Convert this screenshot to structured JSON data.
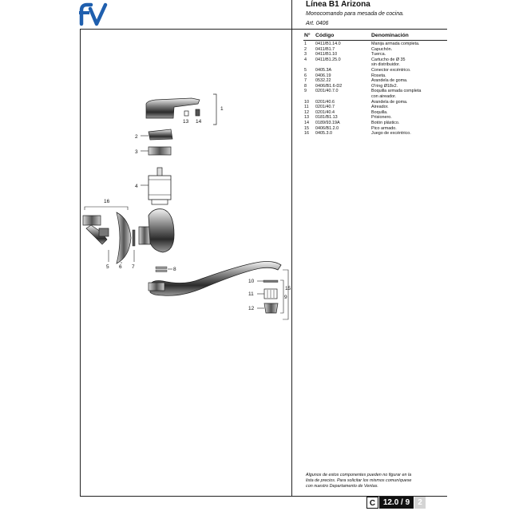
{
  "logo_text": "fv",
  "header": {
    "title": "Línea B1 Arizona",
    "subtitle": "Monocomando para mesada de cocina.",
    "art": "Art. 0406"
  },
  "parts_table": {
    "col_no": "N°",
    "col_code": "Código",
    "col_desc": "Denominación",
    "rows": [
      {
        "no": "1",
        "code": "0411/B1.14.0",
        "desc": "Manija armada completa.",
        "desc2": ""
      },
      {
        "no": "2",
        "code": "0411/B1.7",
        "desc": "Capuchón.",
        "desc2": ""
      },
      {
        "no": "3",
        "code": "0411/B1.10",
        "desc": "Tuerca.",
        "desc2": ""
      },
      {
        "no": "4",
        "code": "0411/B1.25.0",
        "desc": "Cartucho de Ø 35",
        "desc2": "sin distribuidor."
      },
      {
        "no": "5",
        "code": "0405.3A",
        "desc": "Conector excéntrico.",
        "desc2": ""
      },
      {
        "no": "6",
        "code": "0406.19",
        "desc": "Roseta.",
        "desc2": ""
      },
      {
        "no": "7",
        "code": "0532.22",
        "desc": "Arandela de goma.",
        "desc2": ""
      },
      {
        "no": "8",
        "code": "0406/B1.6-D2",
        "desc": "O'ring Ø18x2.",
        "desc2": ""
      },
      {
        "no": "9",
        "code": "0201/40.7.0",
        "desc": "Boquilla armada completa",
        "desc2": "con aireador."
      },
      {
        "no": "10",
        "code": "0201/40.6",
        "desc": "Arandela de goma.",
        "desc2": ""
      },
      {
        "no": "11",
        "code": "0201/40.7",
        "desc": "Aireador.",
        "desc2": ""
      },
      {
        "no": "12",
        "code": "0201/40.4",
        "desc": "Boquilla.",
        "desc2": ""
      },
      {
        "no": "13",
        "code": "0181/B1.13",
        "desc": "Prisionero.",
        "desc2": ""
      },
      {
        "no": "14",
        "code": "0189/93.19A",
        "desc": "Botón plástico.",
        "desc2": ""
      },
      {
        "no": "15",
        "code": "0406/B1.2.0",
        "desc": "Pico armado.",
        "desc2": ""
      },
      {
        "no": "16",
        "code": "0405.3.0",
        "desc": "Juego de excéntrico.",
        "desc2": ""
      }
    ]
  },
  "diagram_labels": {
    "l1": "1",
    "l2": "2",
    "l3": "3",
    "l4": "4",
    "l5": "5",
    "l6": "6",
    "l7": "7",
    "l8": "8",
    "l9": "9",
    "l10": "10",
    "l11": "11",
    "l12": "12",
    "l13": "13",
    "l14": "14",
    "l15": "15",
    "l16": "16"
  },
  "footnote": {
    "line1": "Algunos de estos componentes pueden no figurar en la",
    "line2": "lista de precios. Para solicitar los mismos comuníquese",
    "line3": "con nuestro Departamento de Ventas."
  },
  "page_box": {
    "section": "C",
    "number": "12.0 / 9",
    "page": "2"
  },
  "colors": {
    "logo_blue": "#1f5fae",
    "ink": "#111111",
    "page_number_bg": "#111111",
    "page_grey": "#d4d4d4"
  }
}
